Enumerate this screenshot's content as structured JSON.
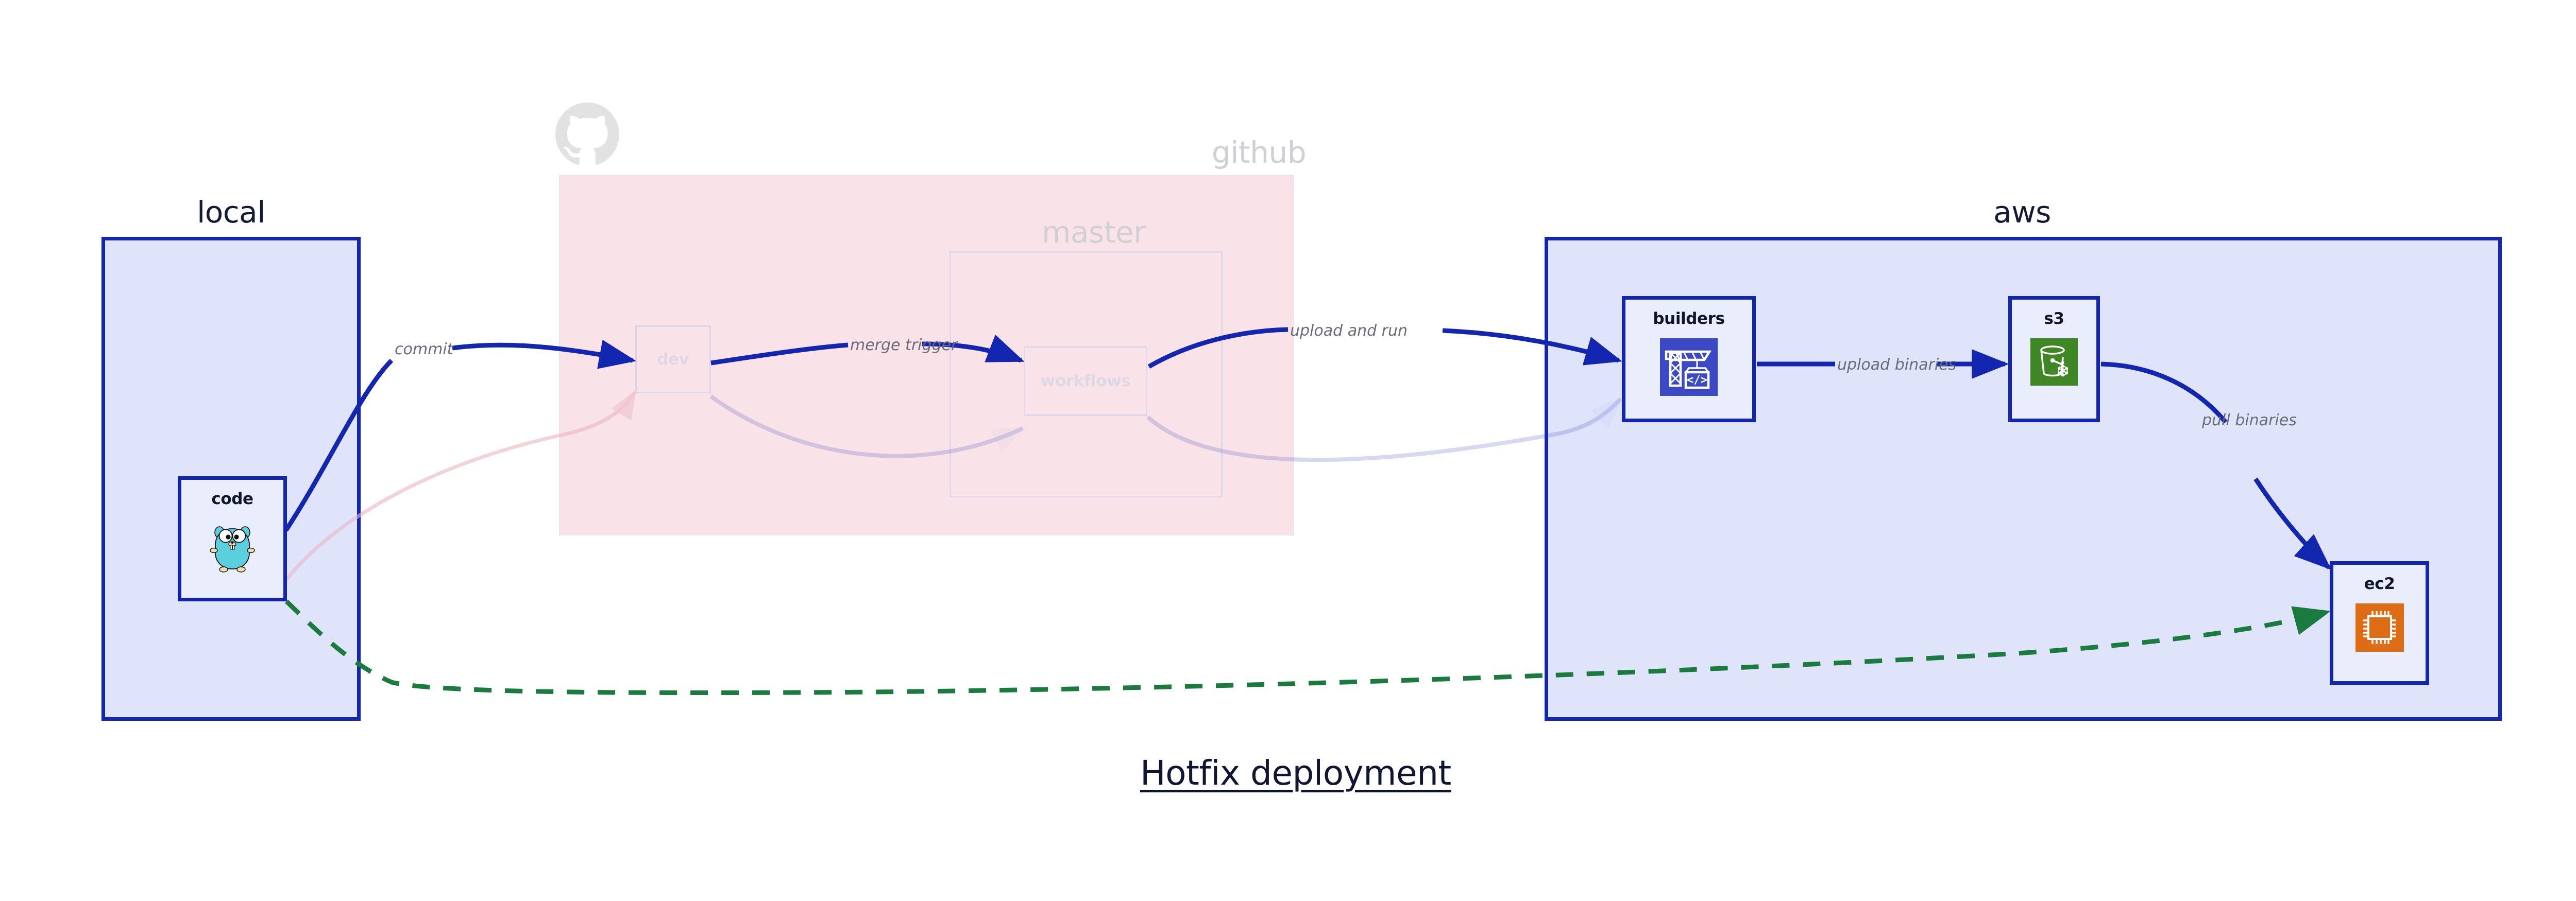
{
  "title": "Hotfix deployment",
  "zones": {
    "local": {
      "label": "local"
    },
    "github": {
      "label": "github",
      "branch_master": "master"
    },
    "aws": {
      "label": "aws"
    }
  },
  "nodes": {
    "code": {
      "label": "code",
      "icon": "go-gopher-icon"
    },
    "dev": {
      "label": "dev"
    },
    "workflows": {
      "label": "workflows"
    },
    "builders": {
      "label": "builders",
      "icon": "aws-codebuild-icon"
    },
    "s3": {
      "label": "s3",
      "icon": "aws-s3-bucket-icon"
    },
    "ec2": {
      "label": "ec2",
      "icon": "aws-ec2-chip-icon"
    }
  },
  "edges": [
    {
      "id": "commit",
      "label": "commit",
      "from": "code",
      "to": "dev",
      "style": "solid",
      "color": "#1226b0"
    },
    {
      "id": "merge-trigger",
      "label": "merge trigger",
      "from": "dev",
      "to": "workflows",
      "style": "solid",
      "color": "#1226b0"
    },
    {
      "id": "upload-and-run",
      "label": "upload and run",
      "from": "workflows",
      "to": "builders",
      "style": "solid",
      "color": "#1226b0"
    },
    {
      "id": "upload-binaries",
      "label": "upload binaries",
      "from": "builders",
      "to": "s3",
      "style": "solid",
      "color": "#1226b0"
    },
    {
      "id": "pull-binaries",
      "label": "pull binaries",
      "from": "s3",
      "to": "ec2",
      "style": "solid",
      "color": "#1226b0"
    },
    {
      "id": "hotfix-direct",
      "label": "",
      "from": "code",
      "to": "ec2",
      "style": "dashed",
      "color": "#1b7a3e"
    }
  ],
  "colors": {
    "zone_border": "#1226b0",
    "zone_fill": "#dfe4fb",
    "github_fill": "#fae3e8",
    "node_fill": "#eaeefc",
    "arrow": "#1226b0",
    "dashed_arrow": "#1b7a3e",
    "edge_label_text": "#6a6c7a",
    "title_text": "#101531",
    "faded_text": "#cfcfd4",
    "s3_icon_bg": "#3f8624",
    "ec2_icon_bg": "#dd6c14",
    "builders_icon_bg": "#3b4ac4",
    "gopher_body": "#5ccfdf"
  }
}
